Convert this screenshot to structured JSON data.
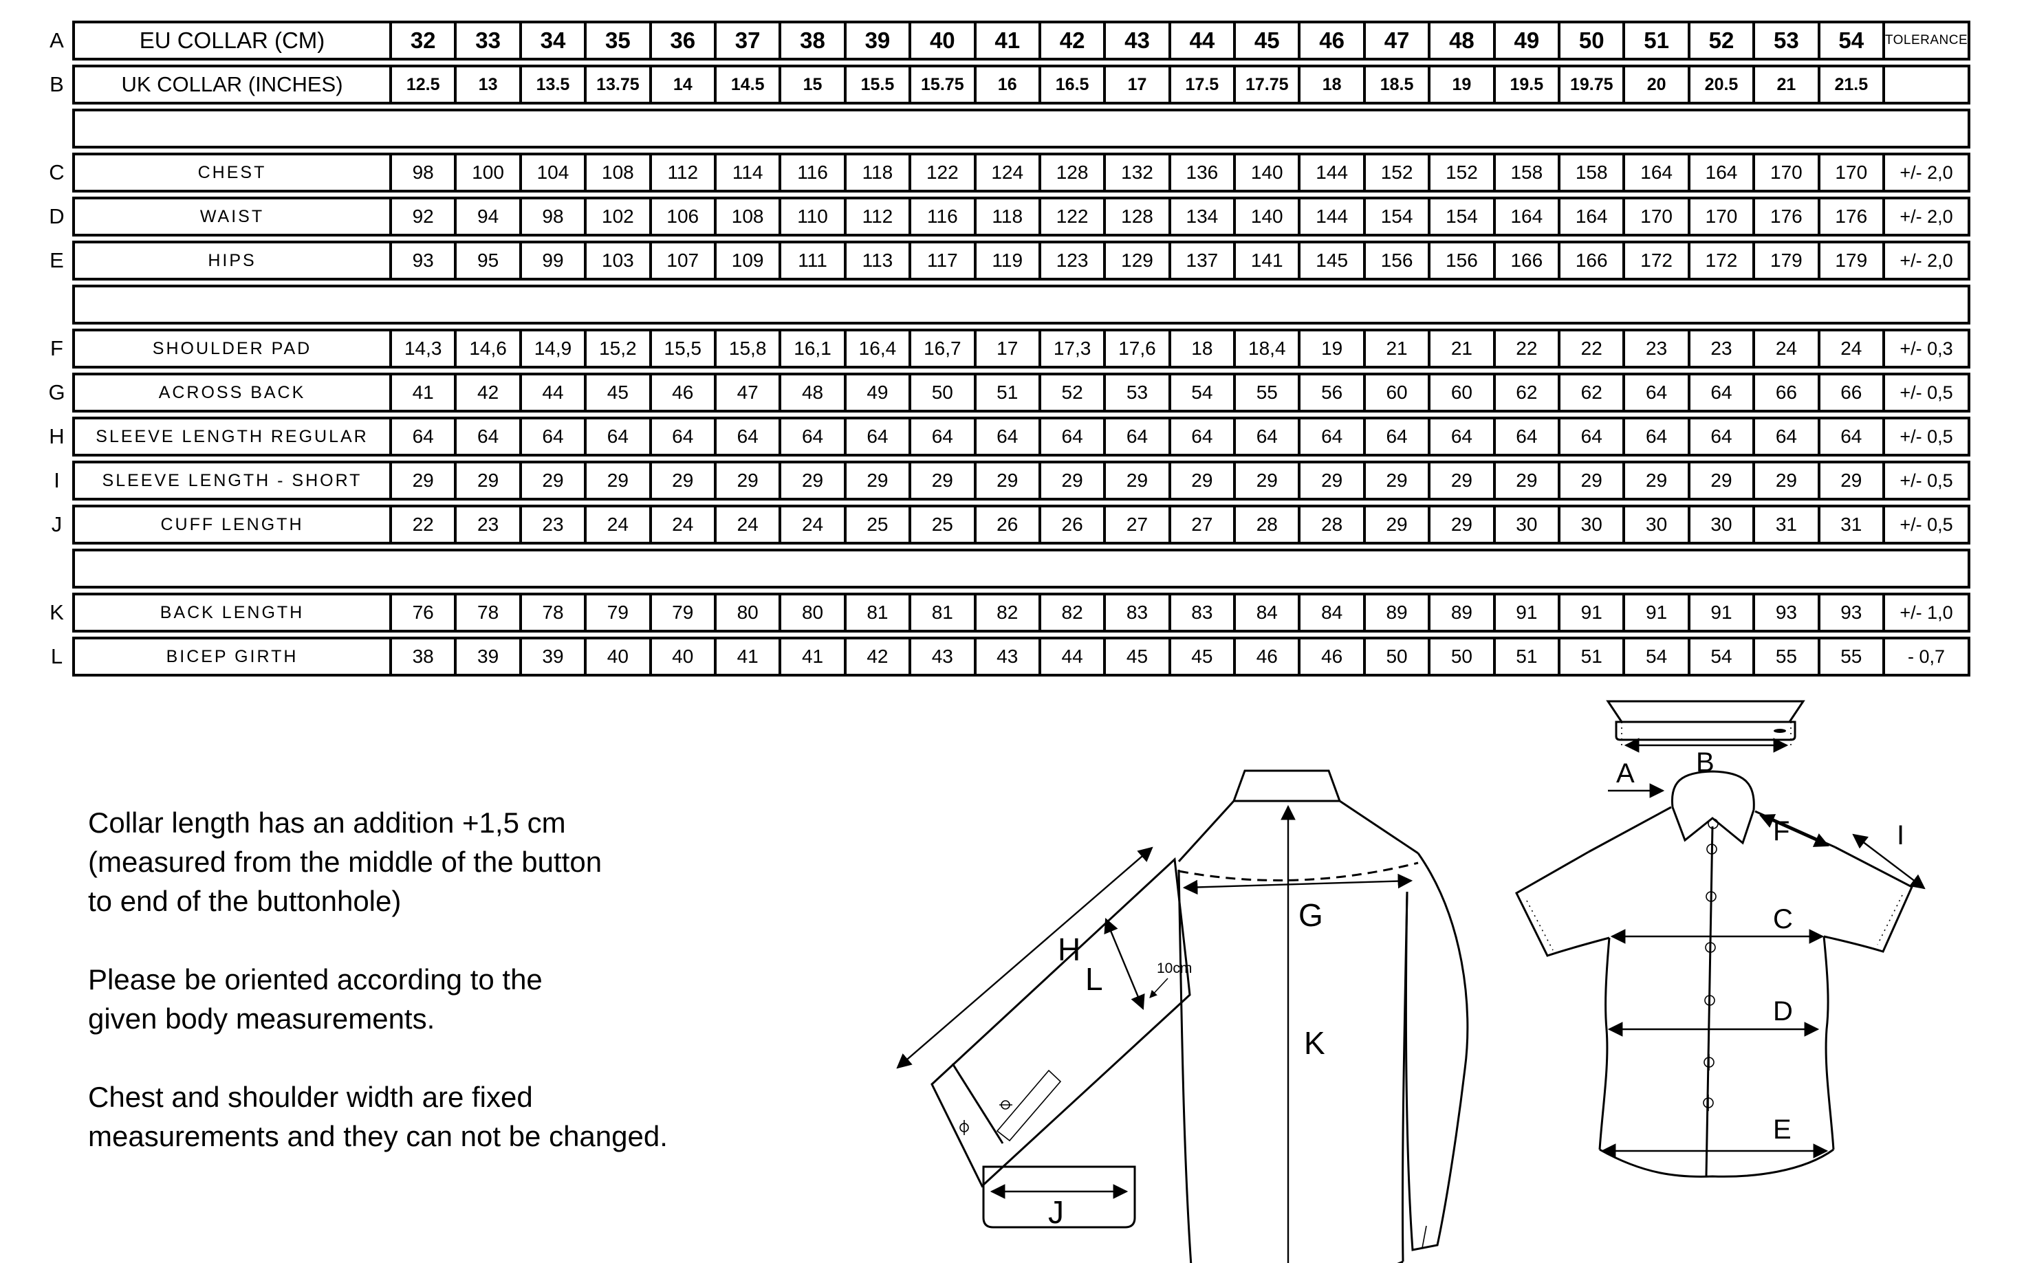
{
  "table": {
    "rows": [
      {
        "letter": "A",
        "cls": "rowA",
        "label": "EU COLLAR (CM)",
        "values": [
          "32",
          "33",
          "34",
          "35",
          "36",
          "37",
          "38",
          "39",
          "40",
          "41",
          "42",
          "43",
          "44",
          "45",
          "46",
          "47",
          "48",
          "49",
          "50",
          "51",
          "52",
          "53",
          "54"
        ],
        "tolerance": "TOLERANCE"
      },
      {
        "letter": "B",
        "cls": "rowB",
        "label": "UK COLLAR (INCHES)",
        "values": [
          "12.5",
          "13",
          "13.5",
          "13.75",
          "14",
          "14.5",
          "15",
          "15.5",
          "15.75",
          "16",
          "16.5",
          "17",
          "17.5",
          "17.75",
          "18",
          "18.5",
          "19",
          "19.5",
          "19.75",
          "20",
          "20.5",
          "21",
          "21.5"
        ],
        "tolerance": ""
      },
      {
        "type": "spacer"
      },
      {
        "letter": "C",
        "cls": "rowD",
        "label": "CHEST",
        "values": [
          "98",
          "100",
          "104",
          "108",
          "112",
          "114",
          "116",
          "118",
          "122",
          "124",
          "128",
          "132",
          "136",
          "140",
          "144",
          "152",
          "152",
          "158",
          "158",
          "164",
          "164",
          "170",
          "170"
        ],
        "tolerance": "+/- 2,0"
      },
      {
        "letter": "D",
        "cls": "rowD",
        "label": "WAIST",
        "values": [
          "92",
          "94",
          "98",
          "102",
          "106",
          "108",
          "110",
          "112",
          "116",
          "118",
          "122",
          "128",
          "134",
          "140",
          "144",
          "154",
          "154",
          "164",
          "164",
          "170",
          "170",
          "176",
          "176"
        ],
        "tolerance": "+/- 2,0"
      },
      {
        "letter": "E",
        "cls": "rowD",
        "label": "HIPS",
        "values": [
          "93",
          "95",
          "99",
          "103",
          "107",
          "109",
          "111",
          "113",
          "117",
          "119",
          "123",
          "129",
          "137",
          "141",
          "145",
          "156",
          "156",
          "166",
          "166",
          "172",
          "172",
          "179",
          "179"
        ],
        "tolerance": "+/- 2,0"
      },
      {
        "type": "spacer"
      },
      {
        "letter": "F",
        "cls": "rowD",
        "label": "SHOULDER PAD",
        "values": [
          "14,3",
          "14,6",
          "14,9",
          "15,2",
          "15,5",
          "15,8",
          "16,1",
          "16,4",
          "16,7",
          "17",
          "17,3",
          "17,6",
          "18",
          "18,4",
          "19",
          "21",
          "21",
          "22",
          "22",
          "23",
          "23",
          "24",
          "24"
        ],
        "tolerance": "+/- 0,3"
      },
      {
        "letter": "G",
        "cls": "rowD",
        "label": "ACROSS BACK",
        "values": [
          "41",
          "42",
          "44",
          "45",
          "46",
          "47",
          "48",
          "49",
          "50",
          "51",
          "52",
          "53",
          "54",
          "55",
          "56",
          "60",
          "60",
          "62",
          "62",
          "64",
          "64",
          "66",
          "66"
        ],
        "tolerance": "+/- 0,5"
      },
      {
        "letter": "H",
        "cls": "rowD",
        "label": "SLEEVE LENGTH REGULAR",
        "values": [
          "64",
          "64",
          "64",
          "64",
          "64",
          "64",
          "64",
          "64",
          "64",
          "64",
          "64",
          "64",
          "64",
          "64",
          "64",
          "64",
          "64",
          "64",
          "64",
          "64",
          "64",
          "64",
          "64"
        ],
        "tolerance": "+/- 0,5"
      },
      {
        "letter": "I",
        "cls": "rowD",
        "label": "SLEEVE LENGTH - SHORT",
        "values": [
          "29",
          "29",
          "29",
          "29",
          "29",
          "29",
          "29",
          "29",
          "29",
          "29",
          "29",
          "29",
          "29",
          "29",
          "29",
          "29",
          "29",
          "29",
          "29",
          "29",
          "29",
          "29",
          "29"
        ],
        "tolerance": "+/- 0,5"
      },
      {
        "letter": "J",
        "cls": "rowD",
        "label": "CUFF LENGTH",
        "values": [
          "22",
          "23",
          "23",
          "24",
          "24",
          "24",
          "24",
          "25",
          "25",
          "26",
          "26",
          "27",
          "27",
          "28",
          "28",
          "29",
          "29",
          "30",
          "30",
          "30",
          "30",
          "31",
          "31"
        ],
        "tolerance": "+/- 0,5"
      },
      {
        "type": "spacer"
      },
      {
        "letter": "K",
        "cls": "rowD",
        "label": "BACK LENGTH",
        "values": [
          "76",
          "78",
          "78",
          "79",
          "79",
          "80",
          "80",
          "81",
          "81",
          "82",
          "82",
          "83",
          "83",
          "84",
          "84",
          "89",
          "89",
          "91",
          "91",
          "91",
          "91",
          "93",
          "93"
        ],
        "tolerance": "+/- 1,0"
      },
      {
        "letter": "L",
        "cls": "rowD",
        "label": "BICEP GIRTH",
        "values": [
          "38",
          "39",
          "39",
          "40",
          "40",
          "41",
          "41",
          "42",
          "43",
          "43",
          "44",
          "45",
          "45",
          "46",
          "46",
          "50",
          "50",
          "51",
          "51",
          "54",
          "54",
          "55",
          "55"
        ],
        "tolerance": "- 0,7"
      }
    ]
  },
  "notes": {
    "p1": "Collar length has an addition +1,5 cm\n(measured from the middle of the button\nto end of the buttonhole)",
    "p2": "Please be oriented according to the\ngiven body measurements.",
    "p3": "Chest and shoulder width are fixed\nmeasurements and they can not be changed."
  },
  "diagram": {
    "back": {
      "h": "H",
      "l": "L",
      "ten_cm": "10cm",
      "g": "G",
      "k": "K",
      "j": "J"
    },
    "front": {
      "a": "A",
      "b": "B",
      "f": "F",
      "i": "I",
      "c": "C",
      "d": "D",
      "e": "E"
    }
  }
}
